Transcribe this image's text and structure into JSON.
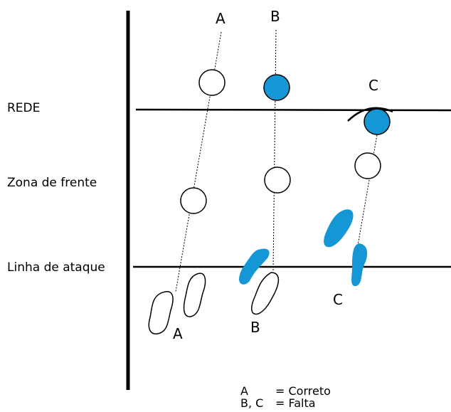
{
  "labels": {
    "net": "REDE",
    "front_zone": "Zona de frente",
    "attack_line": "Linha de ataque"
  },
  "players": {
    "a_top": "A",
    "b_top": "B",
    "c_top": "C",
    "a_bottom": "A",
    "b_bottom": "B",
    "c_bottom": "C"
  },
  "legend": {
    "a_key": "A",
    "a_value": "= Correto",
    "bc_key": "B, C",
    "bc_value": "= Falta"
  },
  "colors": {
    "highlight": "#1597d6",
    "ink": "#000000",
    "background": "#ffffff"
  }
}
